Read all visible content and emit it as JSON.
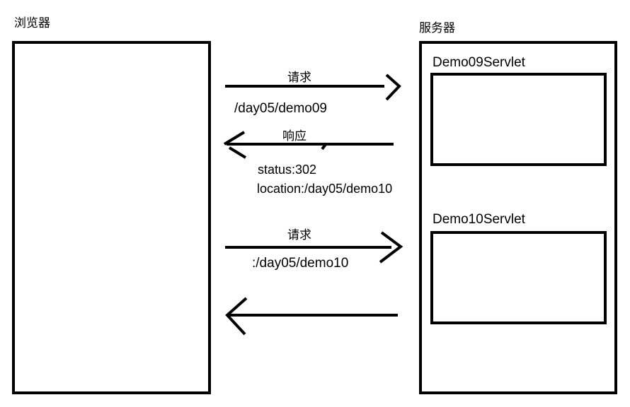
{
  "diagram": {
    "title": "Browser-server redirect sequence diagram",
    "colors": {
      "stroke": "#000000",
      "background": "#ffffff"
    },
    "browser": {
      "label": "浏览器"
    },
    "server": {
      "label": "服务器",
      "servlets": [
        {
          "name": "Demo09Servlet"
        },
        {
          "name": "Demo10Servlet"
        }
      ]
    },
    "messages": [
      {
        "direction": "right",
        "label": "请求",
        "detail": "/day05/demo09"
      },
      {
        "direction": "left",
        "label": "响应",
        "details": [
          "status:302",
          "location:/day05/demo10"
        ]
      },
      {
        "direction": "right",
        "label": "请求",
        "detail": ":/day05/demo10"
      },
      {
        "direction": "left",
        "label": "",
        "detail": ""
      }
    ]
  }
}
